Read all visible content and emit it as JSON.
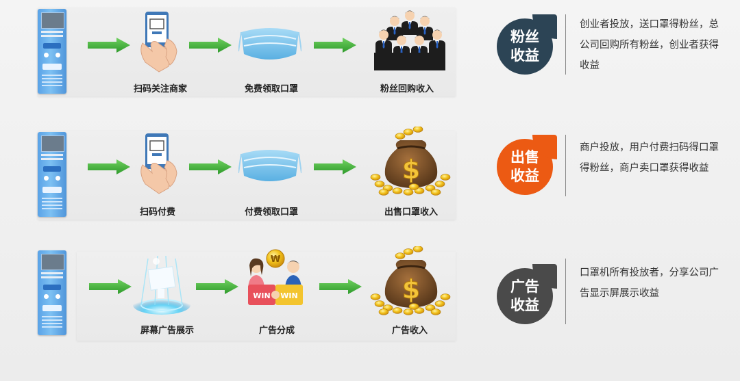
{
  "rows": [
    {
      "steps": [
        "扫码关注商家",
        "免费领取口罩",
        "粉丝回购收入"
      ],
      "badge": "粉丝收益",
      "badge_line1": "粉丝",
      "badge_line2": "收益",
      "badge_color": "#2c4455",
      "description": "创业者投放，送口罩得粉丝，总公司回购所有粉丝，创业者获得收益"
    },
    {
      "steps": [
        "扫码付费",
        "付费领取口罩",
        "出售口罩收入"
      ],
      "badge": "出售收益",
      "badge_line1": "出售",
      "badge_line2": "收益",
      "badge_color": "#ec5a13",
      "description": "商户投放，用户付费扫码得口罩得粉丝，商户卖口罩获得收益"
    },
    {
      "steps": [
        "屏幕广告展示",
        "广告分成",
        "广告收入"
      ],
      "badge": "广告收益",
      "badge_line1": "广告",
      "badge_line2": "收益",
      "badge_color": "#4a4a4a",
      "description": "口罩机所有投放者，分享公司广告显示屏展示收益"
    }
  ],
  "icons": {
    "machine": "mask-vending-machine-icon",
    "arrow": "green-arrow-icon",
    "scan": "hand-scanning-phone-icon",
    "mask": "surgical-mask-icon",
    "people": "business-people-group-icon",
    "moneybag": "money-bag-coins-icon",
    "screen": "hologram-screen-icon",
    "win": "win-share-people-icon"
  },
  "win_text": "WIN",
  "colors": {
    "arrow_green": "#3fae3a",
    "mask_blue": "#7fc4ec",
    "coin_gold": "#f2b90f"
  }
}
